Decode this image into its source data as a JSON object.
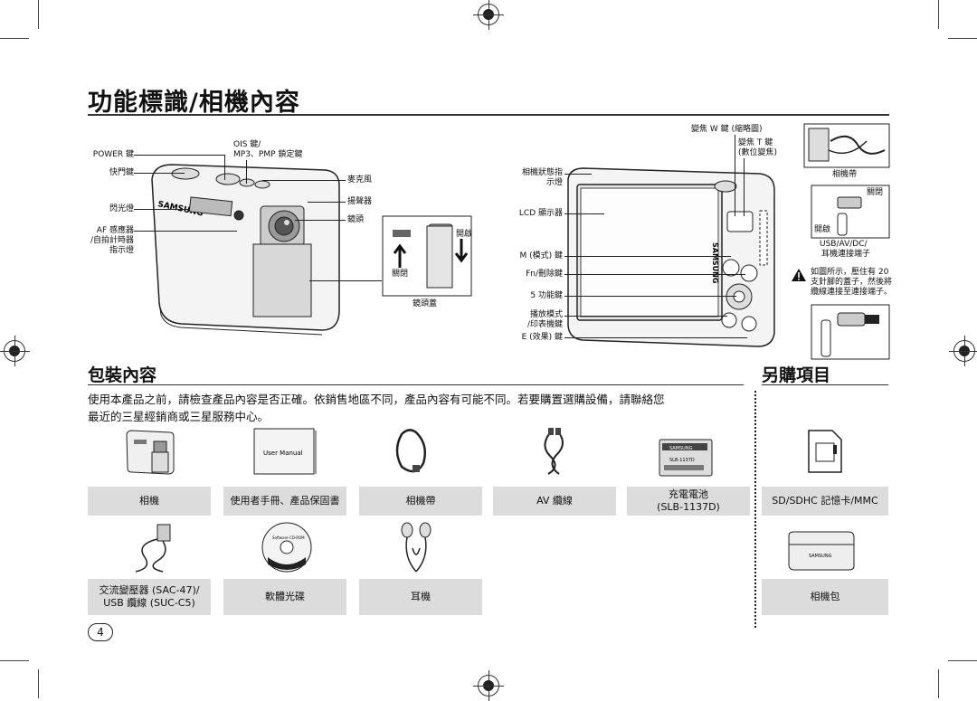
{
  "page": {
    "title": "功能標識/相機內容",
    "page_number": "4"
  },
  "camera_front": {
    "labels": {
      "power": "POWER 鍵",
      "shutter": "快門鍵",
      "flash": "閃光燈",
      "af_sensor": "AF 感應器",
      "self_timer": "/自拍計時器",
      "indicator": "指示燈",
      "ois": "OIS 鍵/",
      "mp3_lock": "MP3、PMP 鎖定鍵",
      "mic": "麥克風",
      "speaker": "揚聲器",
      "lens": "鏡頭",
      "open": "開啟",
      "close": "關閉",
      "lens_cover": "鏡頭蓋",
      "brand": "SAMSUNG"
    }
  },
  "camera_back": {
    "labels": {
      "zoom_w": "變焦 W 鍵 (縮略圖)",
      "zoom_t": "變焦 T 鍵",
      "digital_zoom": "(數位變焦)",
      "status_lamp_1": "相機狀態指",
      "status_lamp_2": "示燈",
      "lcd": "LCD 顯示器",
      "mode": "M (模式) 鍵",
      "fn_delete": "Fn/刪除鍵",
      "five_function": "5 功能鍵",
      "play_1": "播放模式",
      "play_2": "/印表機鍵",
      "effect": "E (效果) 鍵",
      "strap": "相機帶",
      "close": "關閉",
      "open": "開啟",
      "usb_1": "USB/AV/DC/",
      "usb_2": "耳機連接端子",
      "note_1": "如圖所示，壓住有 20",
      "note_2": "支針腳的蓋子，然後將",
      "note_3": "纜線連接至連接端子。"
    }
  },
  "package": {
    "heading": "包裝內容",
    "description_1": "使用本產品之前，請檢查產品內容是否正確。依銷售地區不同，產品內容有可能不同。若要購置選購設備，請聯絡您",
    "description_2": "最近的三星經銷商或三星服務中心。",
    "items": [
      {
        "label": "相機"
      },
      {
        "label": "使用者手冊、產品保固書",
        "manual_text": "User Manual"
      },
      {
        "label": "相機帶"
      },
      {
        "label": "AV 纜線"
      },
      {
        "label_1": "充電電池",
        "label_2": "(SLB-1137D)",
        "battery_text": "SLB-1137D",
        "battery_brand": "SAMSUNG"
      },
      {
        "label_1": "交流變壓器 (SAC-47)/",
        "label_2": "USB 纜線 (SUC-C5)"
      },
      {
        "label": "軟體光碟",
        "cd_text": "Software CD-ROM"
      },
      {
        "label": "耳機"
      }
    ]
  },
  "optional": {
    "heading": "另購項目",
    "items": [
      {
        "label": "SD/SDHC 記憶卡/MMC"
      },
      {
        "label": "相機包",
        "bag_text": "SAMSUNG"
      }
    ]
  }
}
